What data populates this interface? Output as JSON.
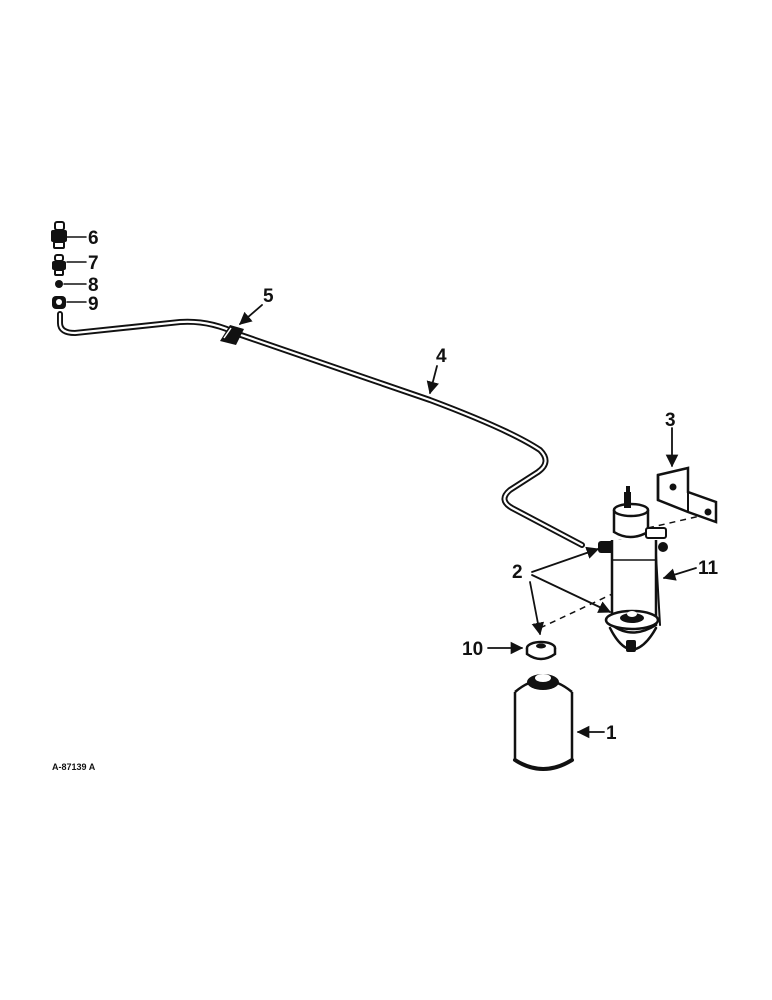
{
  "diagram": {
    "reference_code": "A-87139 A",
    "callouts": {
      "c1": "1",
      "c2": "2",
      "c3": "3",
      "c4": "4",
      "c5": "5",
      "c6": "6",
      "c7": "7",
      "c8": "8",
      "c9": "9",
      "c10": "10",
      "c11": "11"
    },
    "colors": {
      "ink": "#111111",
      "paper": "#ffffff"
    }
  }
}
